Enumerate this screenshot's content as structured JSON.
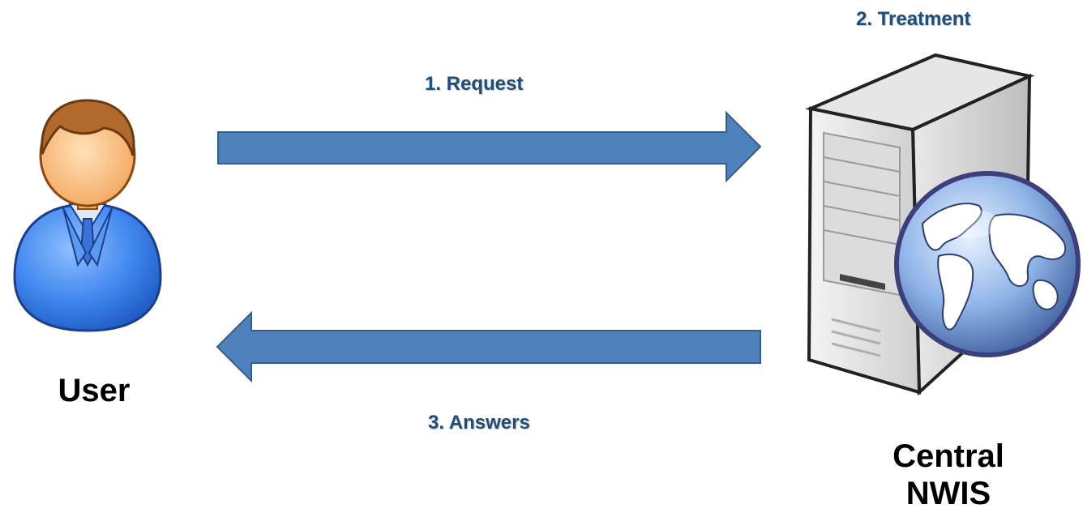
{
  "steps": {
    "request": "1. Request",
    "treatment": "2. Treatment",
    "answers": "3. Answers"
  },
  "actors": {
    "user": "User",
    "server_line1": "Central",
    "server_line2": "NWIS"
  },
  "colors": {
    "arrow_fill": "#4f81bd",
    "arrow_stroke": "#385d8a",
    "step_text": "#1f4e79"
  },
  "icons": {
    "user": "user-icon",
    "server": "server-icon",
    "globe": "globe-icon"
  }
}
